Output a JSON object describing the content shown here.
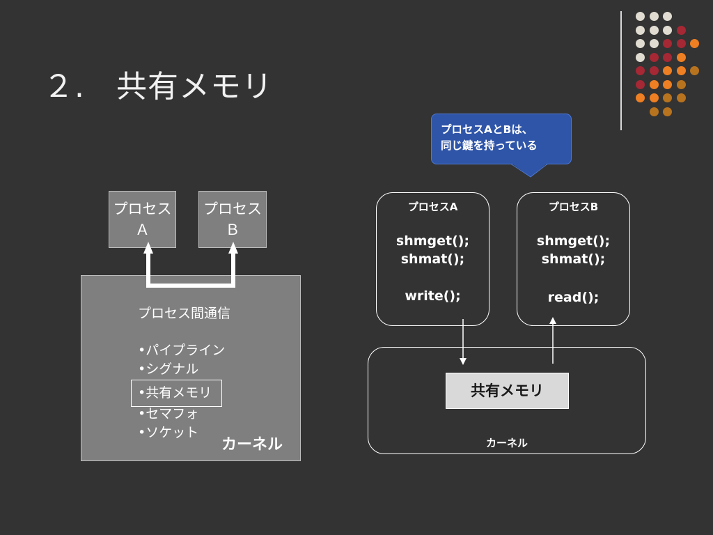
{
  "title": "２.　共有メモリ",
  "left_diagram": {
    "process_a": [
      "プロセス",
      "Ａ"
    ],
    "process_b": [
      "プロセス",
      "Ｂ"
    ],
    "ipc_title": "プロセス間通信",
    "ipc_items": [
      "•パイプライン",
      "•シグナル",
      "•共有メモリ",
      "•セマフォ",
      "•ソケット"
    ],
    "kernel_label": "カーネル"
  },
  "right_diagram": {
    "callout": [
      "プロセスAとBは、",
      "同じ鍵を持っている"
    ],
    "process_a": {
      "name": "プロセスA",
      "lines": [
        "shmget();",
        "shmat();",
        "write();"
      ]
    },
    "process_b": {
      "name": "プロセスB",
      "lines": [
        "shmget();",
        "shmat();",
        "read();"
      ]
    },
    "shared_memory": "共有メモリ",
    "kernel_label": "カーネル"
  },
  "decor_colors": {
    "beige": "#e0dcd2",
    "red": "#a52834",
    "orange": "#ee7f22",
    "brown": "#b8731e"
  },
  "decor_dots": [
    [
      "beige",
      "beige",
      "beige"
    ],
    [
      "beige",
      "beige",
      "beige",
      "red"
    ],
    [
      "beige",
      "beige",
      "red",
      "red",
      "orange"
    ],
    [
      "beige",
      "red",
      "red",
      "orange"
    ],
    [
      "red",
      "red",
      "orange",
      "orange",
      "brown"
    ],
    [
      "red",
      "orange",
      "orange",
      "brown"
    ],
    [
      "orange",
      "orange",
      "brown",
      "brown"
    ],
    [
      "brown",
      "brown"
    ]
  ]
}
